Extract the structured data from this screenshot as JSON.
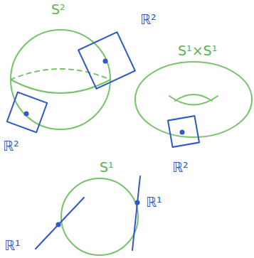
{
  "diagram": {
    "labels": [
      "S²",
      "ℝ²",
      "S¹×S¹",
      "ℝ²",
      "ℝ²",
      "S¹",
      "ℝ¹",
      "ℝ¹"
    ]
  }
}
